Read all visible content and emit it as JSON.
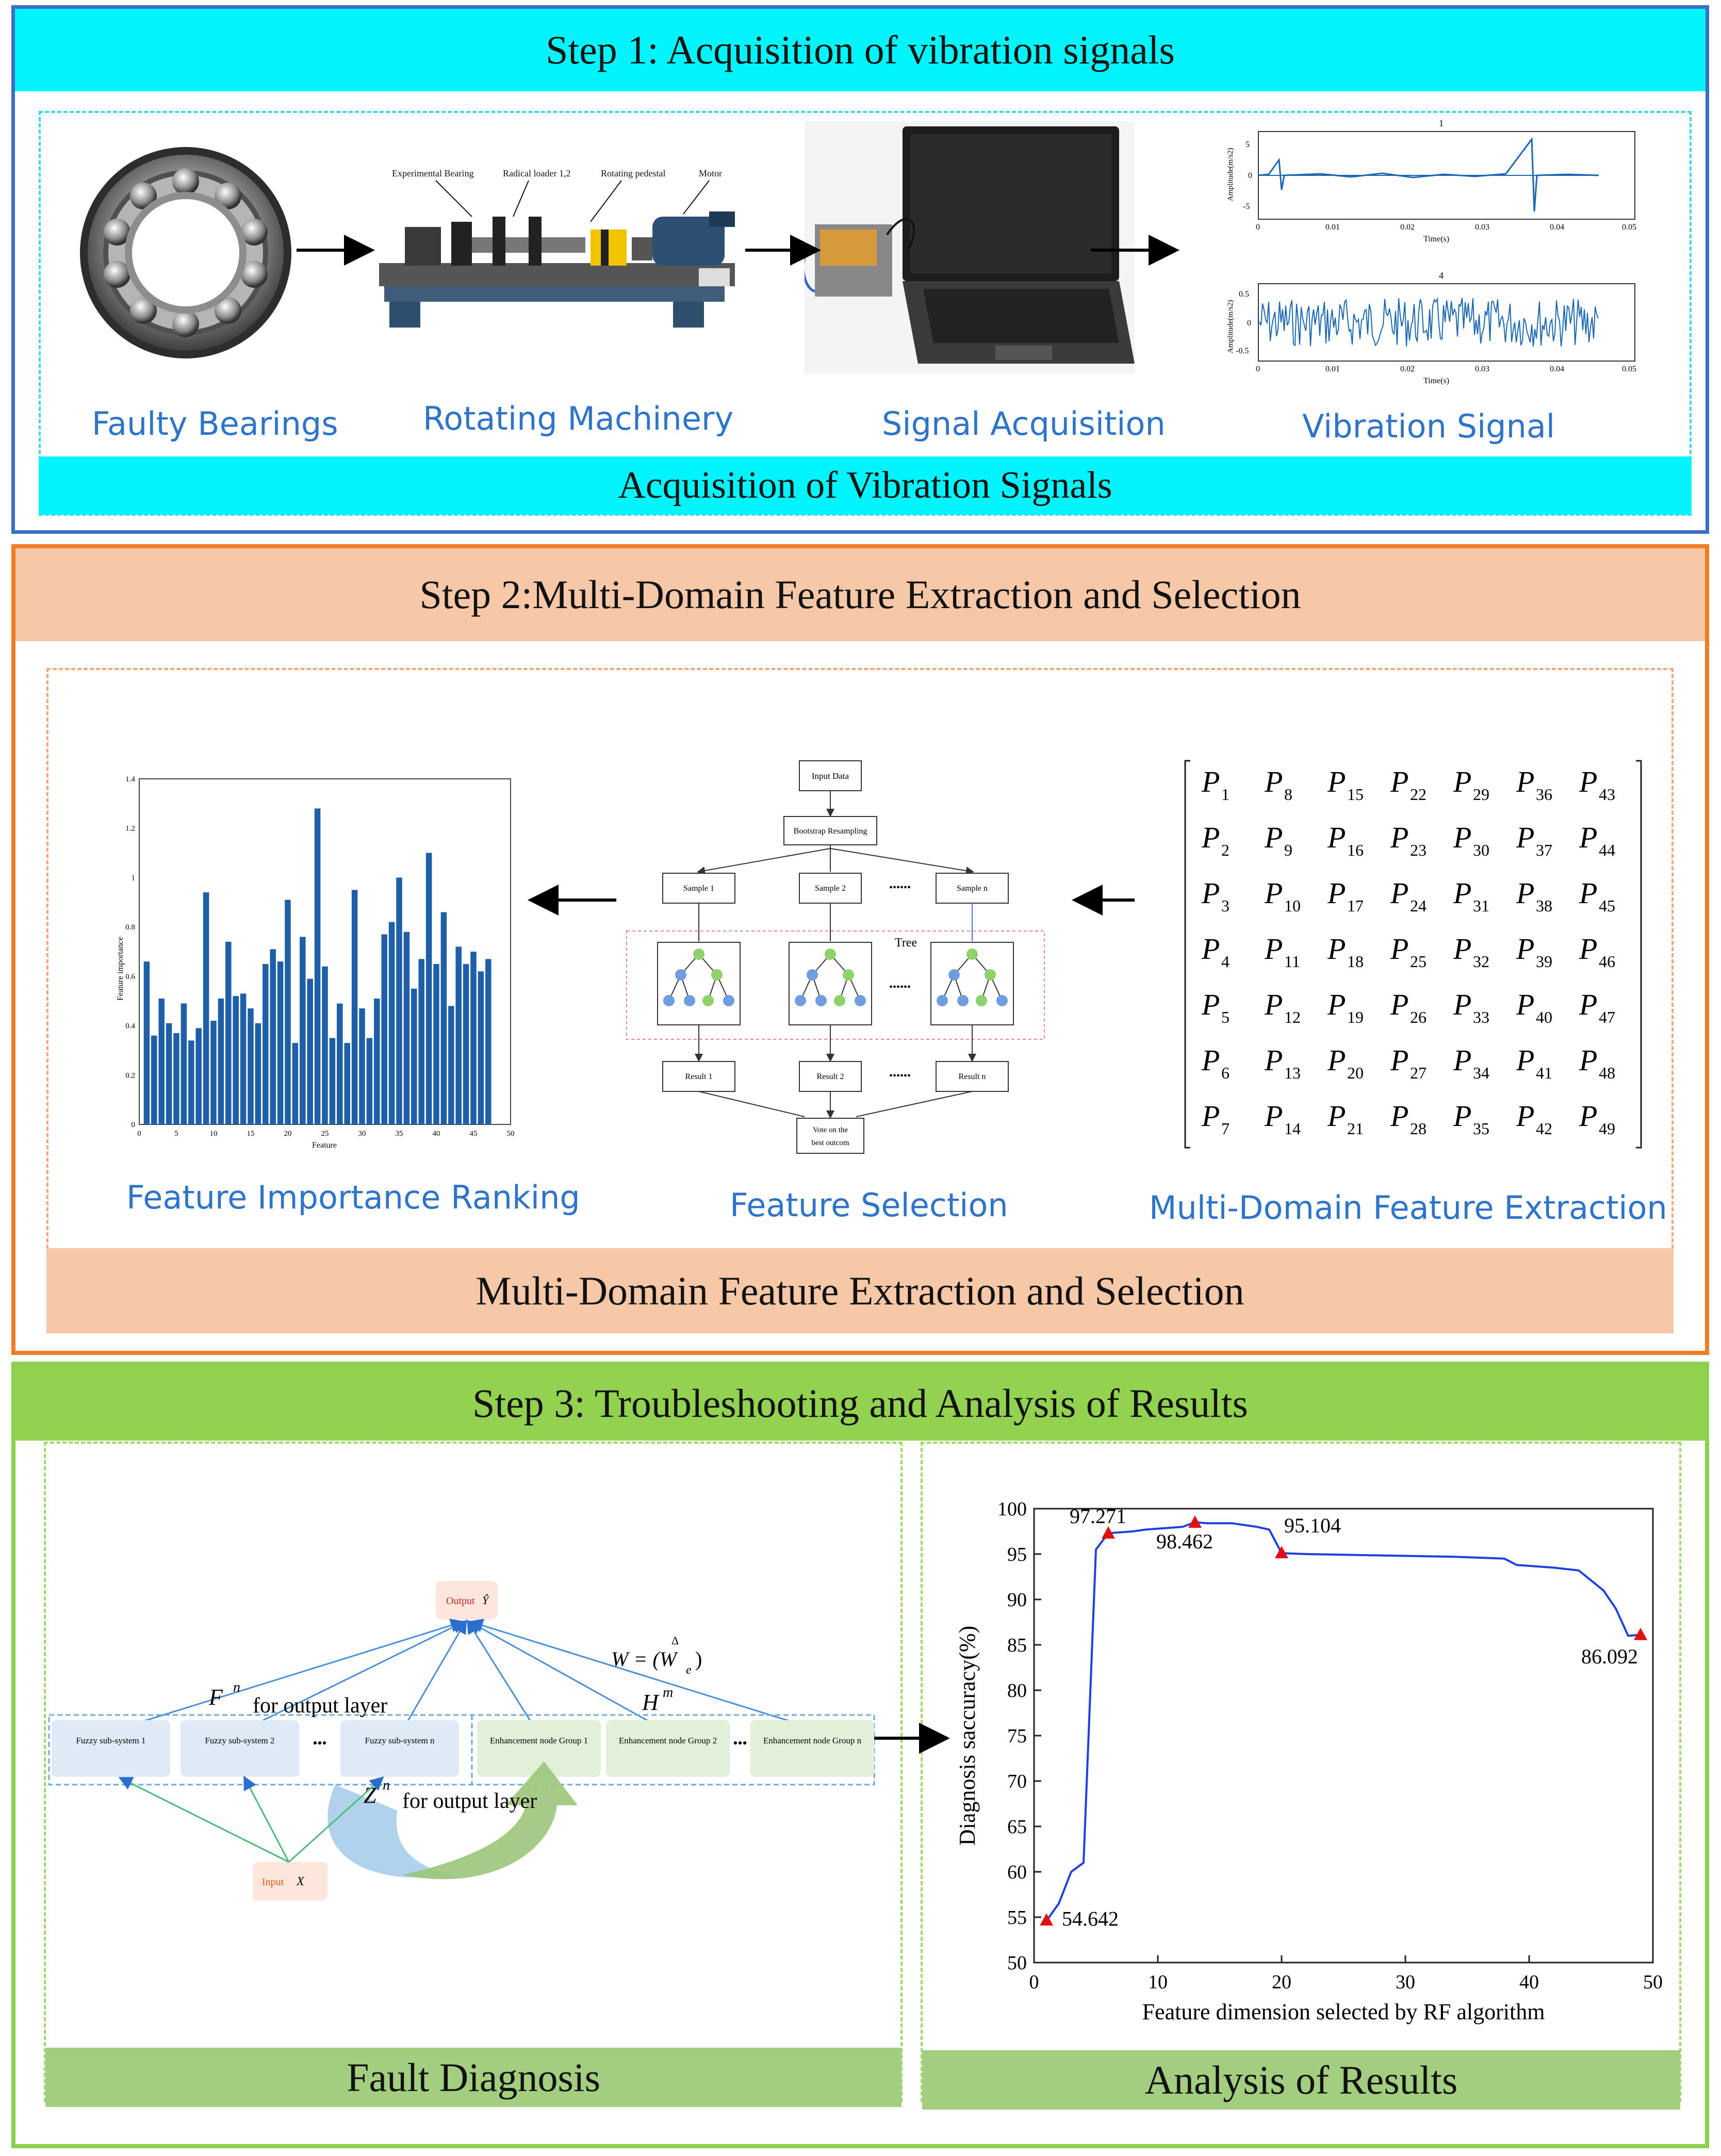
{
  "step1": {
    "title": "Step 1: Acquisition of vibration signals",
    "footer": "Acquisition of Vibration Signals",
    "captions": [
      "Faulty Bearings",
      "Rotating Machinery",
      "Signal Acquisition",
      "Vibration Signal"
    ],
    "machine_labels": [
      "Experimental Bearing",
      "Radical loader 1,2",
      "Rotating pedestal",
      "Motor"
    ],
    "signal_plot_1": {
      "title": "1",
      "ylabel": "Amplitude(m/s2)",
      "xlabel": "Time(s)",
      "xticks": [
        "0",
        "0.01",
        "0.02",
        "0.03",
        "0.04",
        "0.05"
      ],
      "yticks": [
        "5",
        "0",
        "-5"
      ]
    },
    "signal_plot_2": {
      "title": "4",
      "ylabel": "Amplitude(m/s2)",
      "xlabel": "Time(s)",
      "xticks": [
        "0",
        "0.01",
        "0.02",
        "0.03",
        "0.04",
        "0.05"
      ],
      "yticks": [
        "0.5",
        "0",
        "-0.5"
      ]
    }
  },
  "step2": {
    "title": "Step 2:Multi-Domain Feature Extraction and Selection",
    "footer": "Multi-Domain Feature Extraction and Selection",
    "captions": [
      "Feature Importance Ranking",
      "Feature Selection",
      "Multi-Domain Feature Extraction"
    ],
    "importance_chart": {
      "ylabel": "Feature importance",
      "xlabel": "Feature",
      "yticks": [
        "0",
        "0.2",
        "0.4",
        "0.6",
        "0.8",
        "1",
        "1.2",
        "1.4"
      ],
      "xticks": [
        "0",
        "5",
        "10",
        "15",
        "20",
        "25",
        "30",
        "35",
        "40",
        "45",
        "50"
      ]
    },
    "flow": {
      "input": "Input Data",
      "bootstrap": "Bootstrap Resampling",
      "samples": [
        "Sample 1",
        "Sample 2",
        "Sample n"
      ],
      "tree_label": "Tree",
      "results": [
        "Result 1",
        "Result 2",
        "Result n"
      ],
      "vote": [
        "Vote on the",
        "best outcom"
      ],
      "dots": "••••••"
    },
    "matrix": [
      [
        "1",
        "8",
        "15",
        "22",
        "29",
        "36",
        "43"
      ],
      [
        "2",
        "9",
        "16",
        "23",
        "30",
        "37",
        "44"
      ],
      [
        "3",
        "10",
        "17",
        "24",
        "31",
        "38",
        "45"
      ],
      [
        "4",
        "11",
        "18",
        "25",
        "32",
        "39",
        "46"
      ],
      [
        "5",
        "12",
        "19",
        "26",
        "33",
        "40",
        "47"
      ],
      [
        "6",
        "13",
        "20",
        "27",
        "34",
        "41",
        "48"
      ],
      [
        "7",
        "14",
        "21",
        "28",
        "35",
        "42",
        "49"
      ]
    ],
    "matrix_symbol": "P"
  },
  "step3": {
    "title": "Step 3: Troubleshooting and Analysis of Results",
    "left_footer": "Fault Diagnosis",
    "right_footer": "Analysis of Results",
    "network": {
      "output_label": "Output",
      "output_symbol": "Ŷ",
      "input_label": "Input",
      "input_symbol": "X",
      "fuzzy": [
        "Fuzzy sub-system 1",
        "Fuzzy sub-system 2",
        "Fuzzy sub-system n"
      ],
      "enhance": [
        "Enhancement node Group 1",
        "Enhancement node Group 2",
        "Enhancement node Group n"
      ],
      "f_label": "F",
      "f_sup": "n",
      "f_text": "for output layer",
      "h_label": "H",
      "h_sup": "m",
      "z_label": "Z",
      "z_sup": "n",
      "z_text": "for output layer",
      "w_label": "W = (W",
      "w_sub": "e",
      "w_close": ")",
      "hat": "Δ",
      "dots": "•••"
    }
  },
  "chart_data": {
    "type": "line",
    "title": "",
    "xlabel": "Feature  dimension selected by RF algorithm",
    "ylabel": "Diagnosis saccuracy(%)",
    "xlim": [
      0,
      50
    ],
    "ylim": [
      50,
      100
    ],
    "xticks": [
      0,
      10,
      20,
      30,
      40,
      50
    ],
    "yticks": [
      50,
      55,
      60,
      65,
      70,
      75,
      80,
      85,
      90,
      95,
      100
    ],
    "color": "#1f3fe0",
    "marker_color": "#e01010",
    "x": [
      1,
      2,
      3,
      4,
      5,
      6,
      7,
      8,
      9,
      10,
      11,
      12,
      13,
      14,
      15,
      16,
      17,
      18,
      19,
      20,
      21,
      22,
      24,
      26,
      28,
      30,
      32,
      34,
      36,
      38,
      39,
      40,
      42,
      44,
      46,
      47,
      48,
      49
    ],
    "y": [
      54.6,
      56.5,
      60.0,
      61.0,
      95.5,
      97.3,
      97.4,
      97.5,
      97.7,
      97.8,
      97.9,
      98.0,
      98.5,
      98.4,
      98.4,
      98.4,
      98.2,
      98.0,
      97.7,
      95.1,
      95.05,
      95.0,
      94.95,
      94.9,
      94.85,
      94.8,
      94.75,
      94.7,
      94.6,
      94.5,
      93.8,
      93.7,
      93.5,
      93.2,
      91.0,
      89.0,
      86.0,
      86.1
    ],
    "highlight_points": [
      {
        "x": 1,
        "y": 54.642,
        "label": "54.642"
      },
      {
        "x": 6,
        "y": 97.271,
        "label": "97.271"
      },
      {
        "x": 13,
        "y": 98.462,
        "label": "98.462"
      },
      {
        "x": 20,
        "y": 95.104,
        "label": "95.104"
      },
      {
        "x": 49,
        "y": 86.092,
        "label": "86.092"
      }
    ]
  }
}
